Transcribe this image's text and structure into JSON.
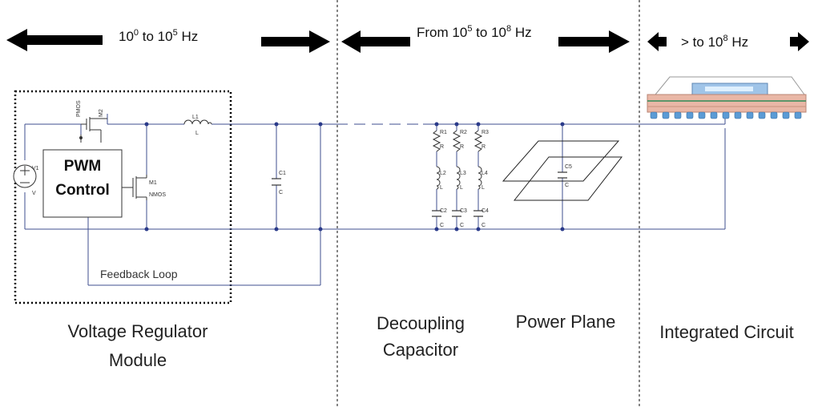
{
  "frequency_bands": {
    "band1": {
      "base1": "10",
      "exp1": "0",
      "mid": " to ",
      "base2": "10",
      "exp2": "5",
      "unit": " Hz"
    },
    "band2": {
      "prefix": "From ",
      "base1": "10",
      "exp1": "5",
      "mid": " to ",
      "base2": "10",
      "exp2": "8",
      "unit": " Hz"
    },
    "band3": {
      "prefix": "> to ",
      "base": "10",
      "exp": "8",
      "unit": " Hz"
    }
  },
  "blocks": {
    "vrm_line1": "Voltage Regulator",
    "vrm_line2": "Module",
    "decap_line1": "Decoupling",
    "decap_line2": "Capacitor",
    "power_plane": "Power Plane",
    "ic": "Integrated Circuit"
  },
  "pwm": {
    "line1": "PWM",
    "line2": "Control"
  },
  "feedback": "Feedback Loop",
  "components": {
    "source": "V1",
    "source_type": "V",
    "pmos": "PMOS",
    "m2": "M2",
    "nmos": "NMOS",
    "m1": "M1",
    "inductor": "L1",
    "inductor_type": "L",
    "c1": "C1",
    "c1_type": "C",
    "r1": "R1",
    "r2": "R2",
    "r3": "R3",
    "r_type": "R",
    "l2": "L2",
    "l3": "L3",
    "l4": "L4",
    "l_type": "L",
    "c2": "C2",
    "c3": "C3",
    "c4": "C4",
    "c_type": "C",
    "c5": "C5",
    "c5_type": "C"
  },
  "colors": {
    "wire": "#3f4f8f",
    "node": "#2a3a8a",
    "arrow": "#000000",
    "divider": "#333333",
    "pcb": "#e9b7a6",
    "pcb_dark": "#b98474",
    "bump": "#5b9bd5",
    "die": "#9fc4e8",
    "trace": "#2e8b57"
  }
}
